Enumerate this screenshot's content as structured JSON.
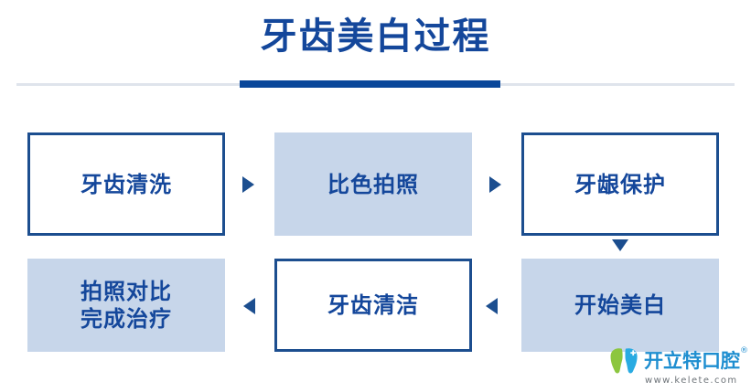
{
  "page": {
    "title": "牙齿美白过程",
    "background_color": "#ffffff",
    "accent_color": "#09479a",
    "text_blue": "#14479b",
    "box_fill": "#c7d6ea",
    "box_border": "#1c4e8f"
  },
  "divider": {
    "track_color": "#dfe4ec",
    "accent_color": "#09479a"
  },
  "flow": {
    "steps": [
      {
        "order": 1,
        "label": "牙齿清洗",
        "style": "outlined"
      },
      {
        "order": 2,
        "label": "比色拍照",
        "style": "filled"
      },
      {
        "order": 3,
        "label": "牙龈保护",
        "style": "outlined"
      },
      {
        "order": 4,
        "label": "开始美白",
        "style": "filled"
      },
      {
        "order": 5,
        "label": "牙齿清洁",
        "style": "outlined"
      },
      {
        "order": 6,
        "label": "拍照对比\n完成治疗",
        "style": "filled"
      }
    ],
    "connectors": [
      {
        "id": "arrow-1",
        "direction": "right",
        "from": "牙齿清洗",
        "to": "比色拍照"
      },
      {
        "id": "arrow-2",
        "direction": "right",
        "from": "比色拍照",
        "to": "牙龈保护"
      },
      {
        "id": "arrow-3",
        "direction": "down",
        "from": "牙龈保护",
        "to": "开始美白"
      },
      {
        "id": "arrow-4",
        "direction": "left",
        "from": "开始美白",
        "to": "牙齿清洁"
      },
      {
        "id": "arrow-5",
        "direction": "left",
        "from": "牙齿清洁",
        "to": "拍照对比完成治疗"
      }
    ]
  },
  "logo": {
    "name": "开立特口腔",
    "registered_mark": "®",
    "url": "www.kelete.com",
    "mark_green": "#8cc63f",
    "mark_blue": "#29abe2",
    "name_color": "#1e8ed0"
  }
}
